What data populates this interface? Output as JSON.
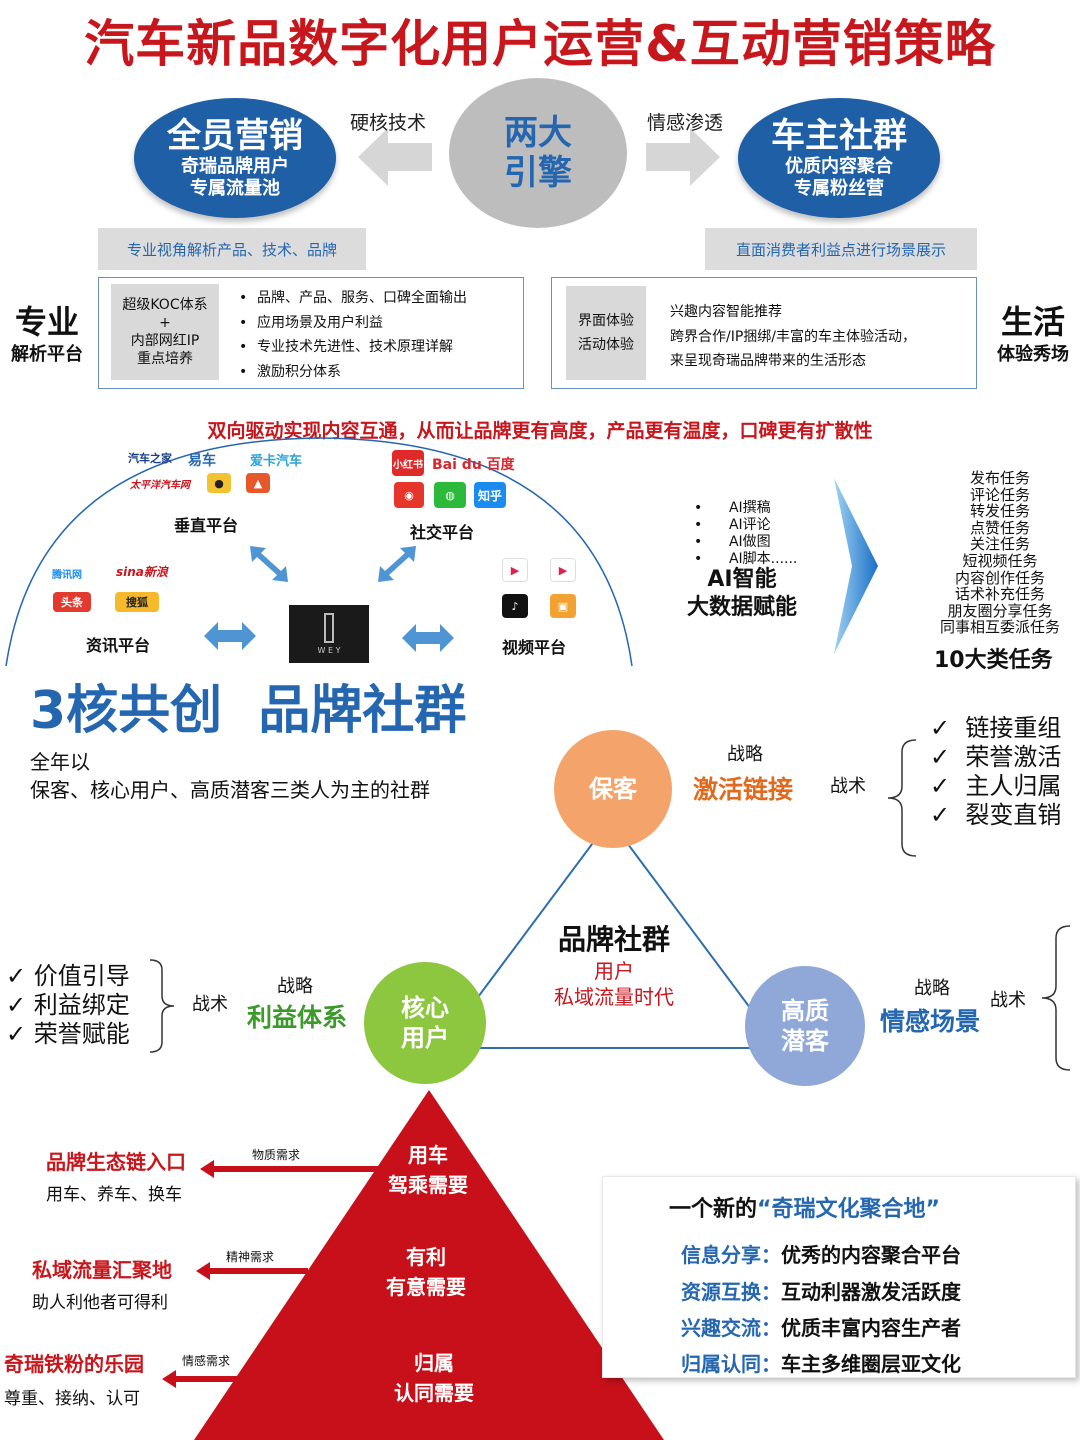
{
  "title": "汽车新品数字化用户运营&互动营销策略",
  "top": {
    "left_circle": {
      "big": "全员营销",
      "line1": "奇瑞品牌用户",
      "line2": "专属流量池"
    },
    "center_circle": {
      "line1": "两大",
      "line2": "引擎"
    },
    "right_circle": {
      "big": "车主社群",
      "line1": "优质内容聚合",
      "line2": "专属粉丝营"
    },
    "left_arrow_label": "硬核技术",
    "right_arrow_label": "情感渗透",
    "left_bar": "专业视角解析产品、技术、品牌",
    "right_bar": "直面消费者利益点进行场景展示"
  },
  "left_panel": {
    "side_title": "专业",
    "side_sub": "解析平台",
    "inner_line1": "超级KOC体系",
    "inner_plus": "+",
    "inner_line2": "内部网红IP",
    "inner_line3": "重点培养",
    "bullets": [
      "品牌、产品、服务、口碑全面输出",
      "应用场景及用户利益",
      "专业技术先进性、技术原理详解",
      "激励积分体系"
    ]
  },
  "right_panel": {
    "side_title": "生活",
    "side_sub": "体验秀场",
    "inner_line1": "界面体验",
    "inner_line2": "活动体验",
    "lines": [
      "兴趣内容智能推荐",
      "跨界合作/IP捆绑/丰富的车主体验活动，",
      "来呈现奇瑞品牌带来的生活形态"
    ]
  },
  "drive_line": "双向驱动实现内容互通，从而让品牌更有高度，产品更有温度，口碑更有扩散性",
  "platforms": {
    "vertical": "垂直平台",
    "social": "社交平台",
    "news": "资讯平台",
    "video": "视频平台",
    "center_logo": "W E Y",
    "vertical_logos": [
      "汽车之家",
      "易车",
      "爱卡汽车",
      "太平洋汽车网"
    ],
    "social_logos": [
      "小红书",
      "Bai du 百度",
      "知乎"
    ],
    "news_logos": [
      "腾讯网",
      "sina新浪",
      "头条",
      "搜狐"
    ]
  },
  "ai": {
    "items": [
      "AI撰稿",
      "AI评论",
      "AI做图",
      "AI脚本......"
    ],
    "title1": "AI智能",
    "title2": "大数据赋能"
  },
  "tasks": {
    "items": [
      "发布任务",
      "评论任务",
      "转发任务",
      "点赞任务",
      "关注任务",
      "短视频任务",
      "内容创作任务",
      "话术补充任务",
      "朋友圈分享任务",
      "同事相互委派任务"
    ],
    "title": "10大类任务"
  },
  "community": {
    "title": "3核共创  品牌社群",
    "desc1": "全年以",
    "desc2": "保客、核心用户、高质潜客三类人为主的社群",
    "center_title": "品牌社群",
    "center_sub1": "用户",
    "center_sub2": "私域流量时代",
    "baoke": {
      "label": "保客",
      "strategy_small": "战略",
      "strategy_big": "激活链接",
      "tactic": "战术",
      "checks": [
        "链接重组",
        "荣誉激活",
        "主人归属",
        "裂变直销"
      ]
    },
    "core_user": {
      "line1": "核心",
      "line2": "用户",
      "strategy_small": "战略",
      "strategy_big": "利益体系",
      "tactic": "战术",
      "checks": [
        "价值引导",
        "利益绑定",
        "荣誉赋能"
      ]
    },
    "prospect": {
      "line1": "高质",
      "line2": "潜客",
      "strategy_small": "战略",
      "strategy_big": "情感场景",
      "tactic": "战术"
    },
    "colors": {
      "baoke": "#f4a46a",
      "core": "#8dc63f",
      "prospect": "#8fa8d8"
    }
  },
  "pyramid": {
    "levels": [
      {
        "line1": "用车",
        "line2": "驾乘需要",
        "tag": "物质需求",
        "label": "品牌生态链入口",
        "sub": "用车、养车、换车"
      },
      {
        "line1": "有利",
        "line2": "有意需要",
        "tag": "精神需求",
        "label": "私域流量汇聚地",
        "sub": "助人利他者可得利"
      },
      {
        "line1": "归属",
        "line2": "认同需要",
        "tag": "情感需求",
        "label": "奇瑞铁粉的乐园",
        "sub": "尊重、接纳、认可"
      }
    ],
    "color": "#c8101a"
  },
  "culture": {
    "title_prefix": "一个新的",
    "title_highlight": "“奇瑞文化聚合地”",
    "rows": [
      {
        "k": "信息分享：",
        "v": "优秀的内容聚合平台"
      },
      {
        "k": "资源互换：",
        "v": "互动利器激发活跃度"
      },
      {
        "k": "兴趣交流：",
        "v": "优质丰富内容生产者"
      },
      {
        "k": "归属认同：",
        "v": "车主多维圈层亚文化"
      }
    ]
  }
}
